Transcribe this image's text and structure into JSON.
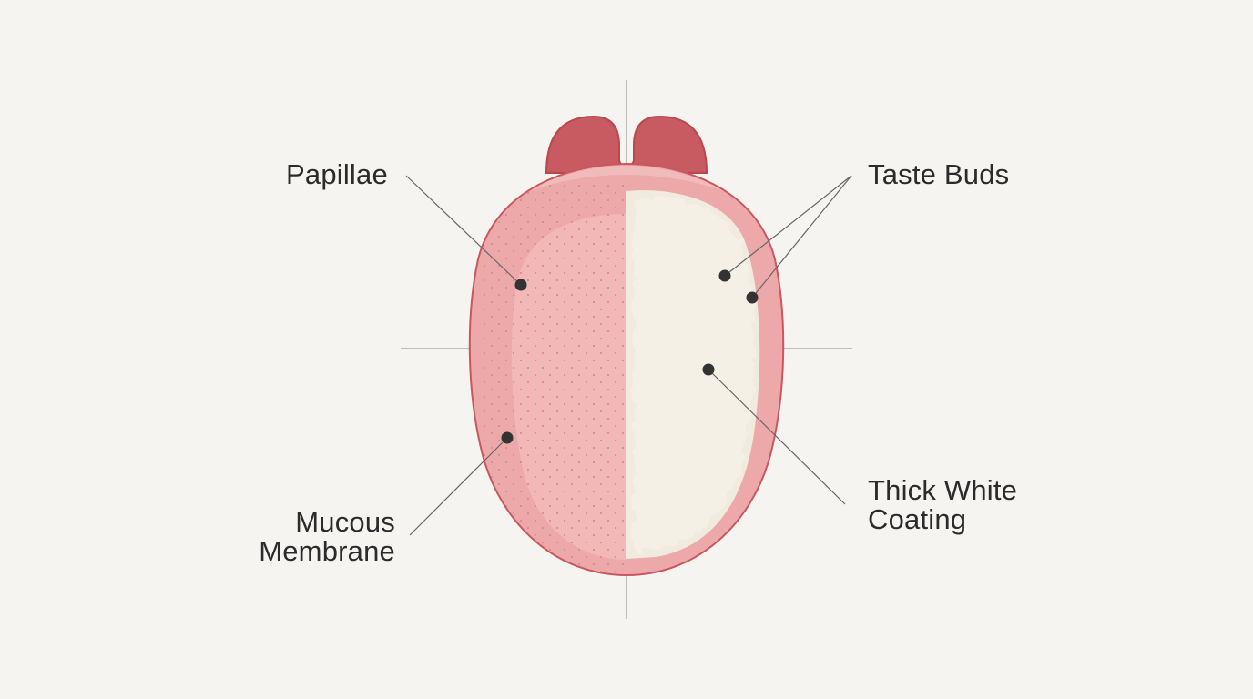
{
  "labels": {
    "papillae": "Papillae",
    "taste_buds": "Taste Buds",
    "mucous_membrane": [
      "Mucous",
      "Membrane"
    ],
    "thick_white_coating": [
      "Thick White",
      "Coating"
    ]
  },
  "colors": {
    "background": "#f5f4f1",
    "tongue_pink": "#eda9aa",
    "tongue_outline": "#c9575e",
    "tongue_root": "#c85a62",
    "coating": "#f1ebdf",
    "marker": "#333333",
    "leader_line": "#666666",
    "axis_line": "#9a9a9a"
  },
  "icons": {
    "marker": "filled-circle"
  }
}
